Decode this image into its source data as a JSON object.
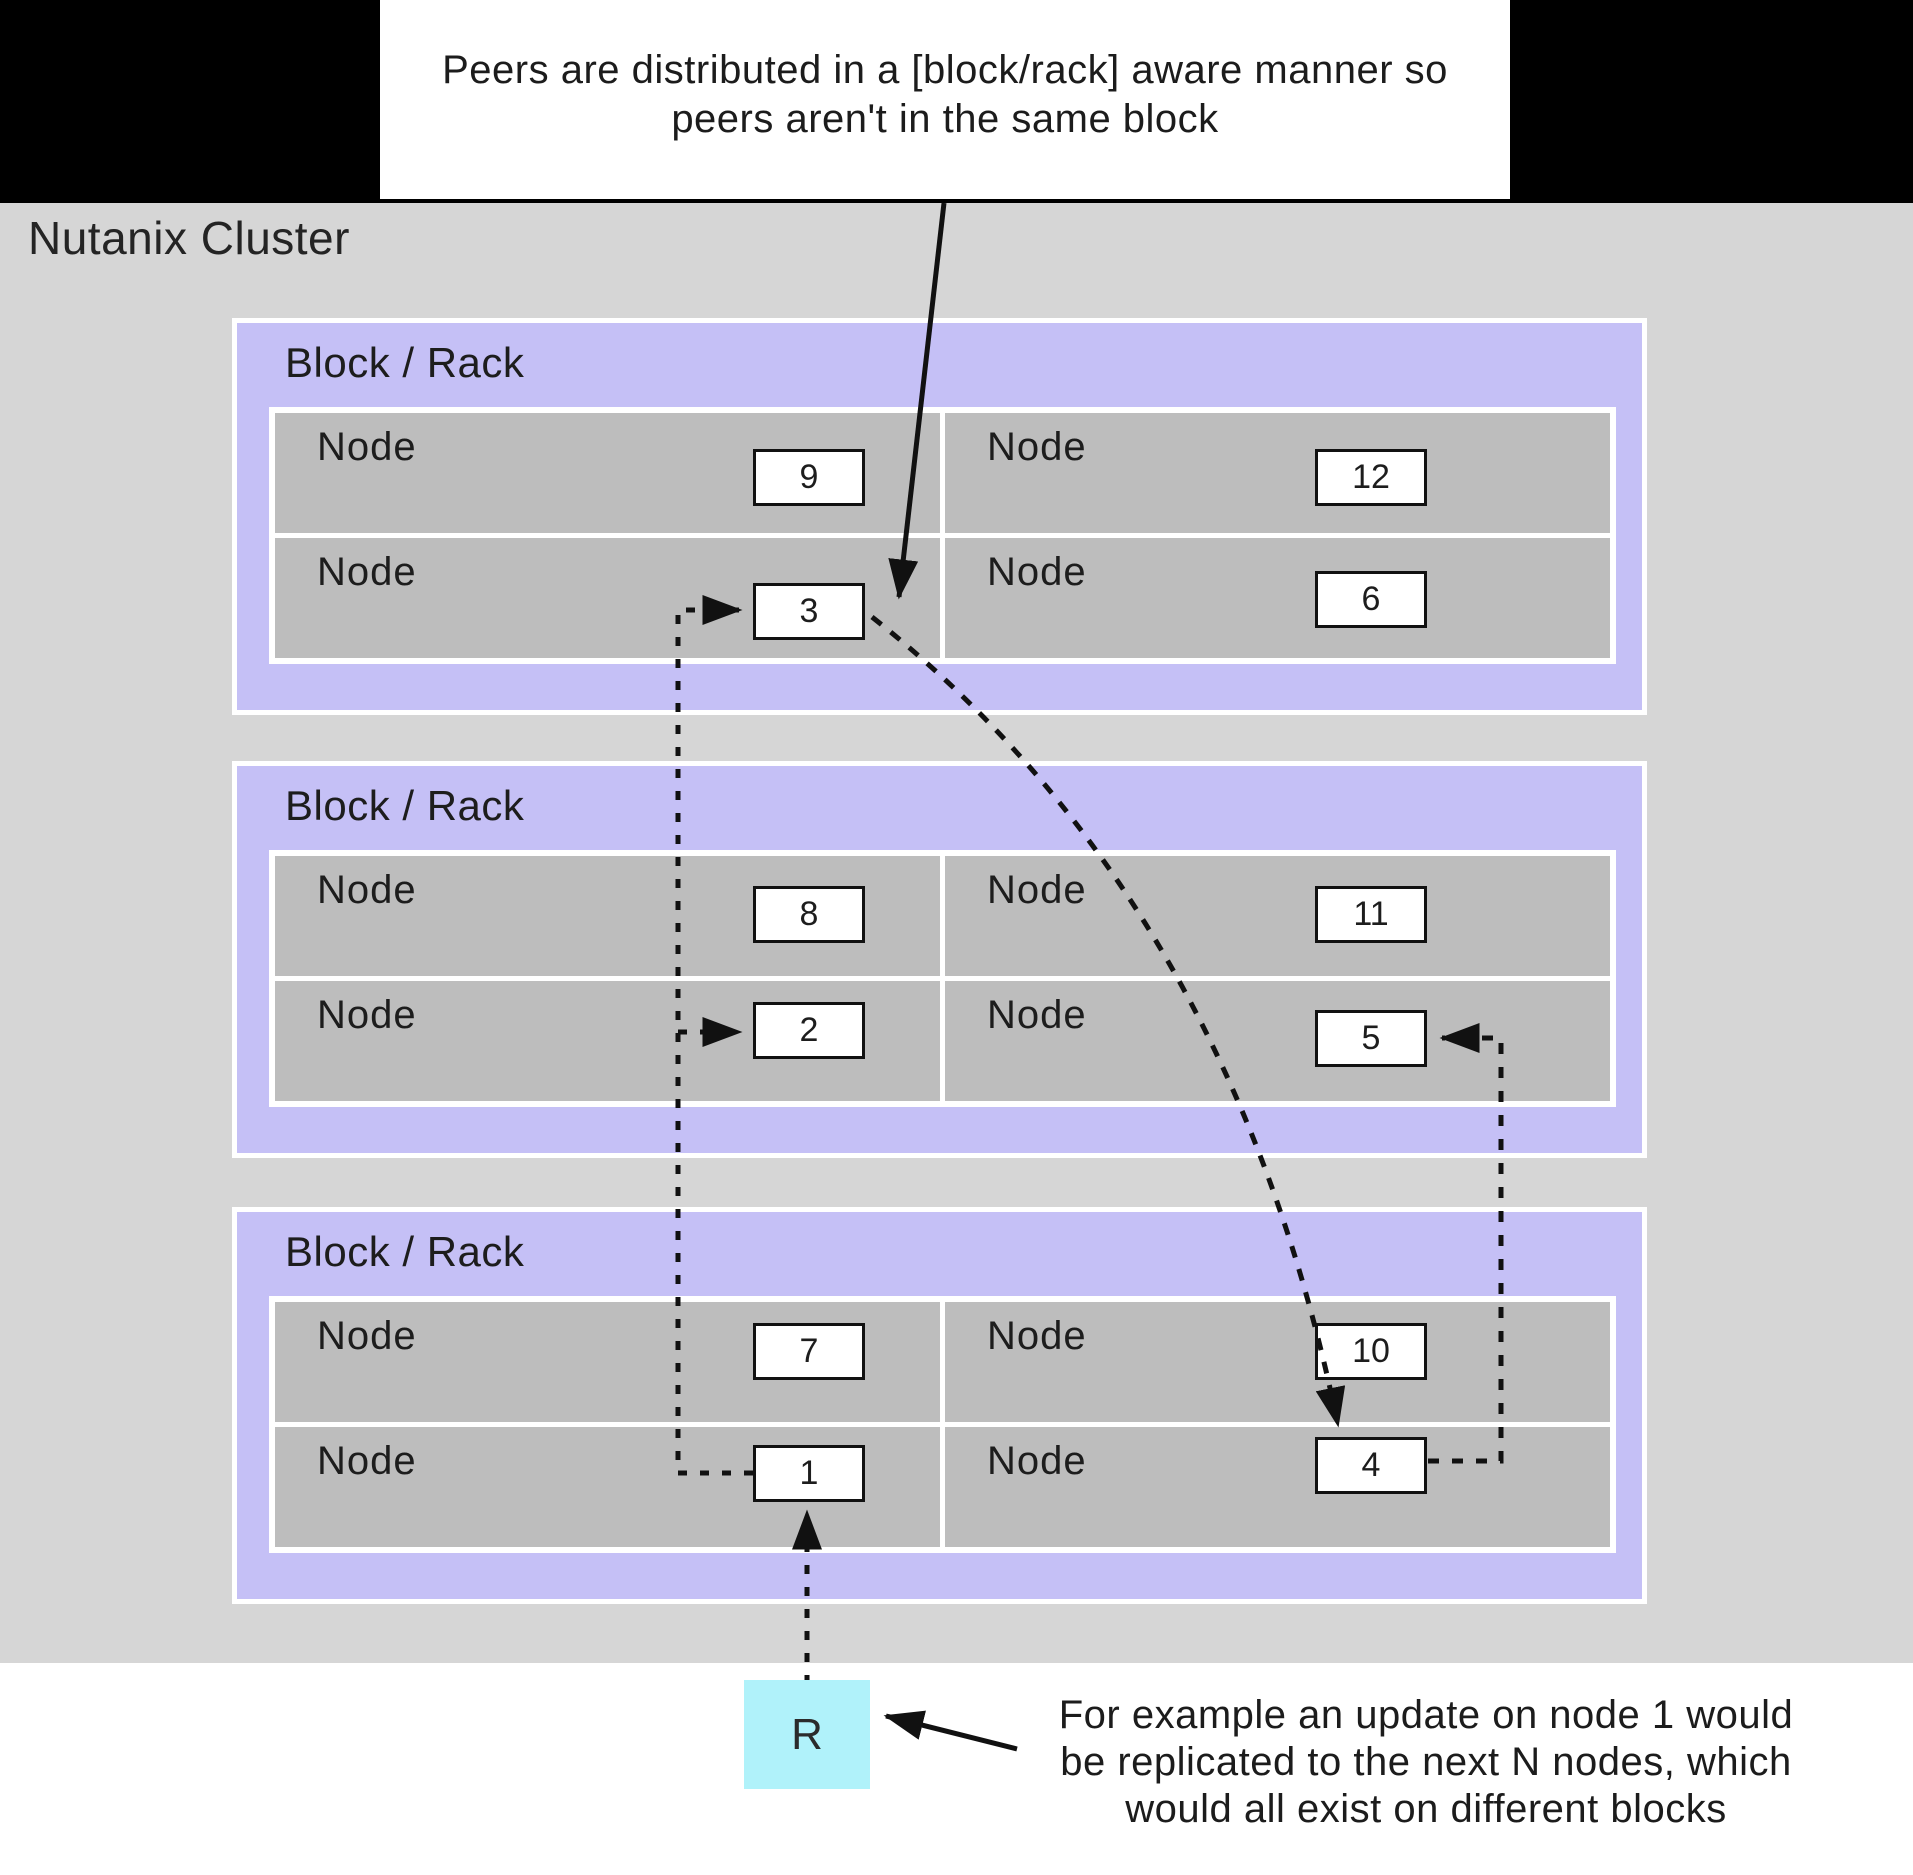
{
  "callout": {
    "line1": "Peers are distributed in a [block/rack] aware manner so",
    "line2": "peers aren't in the same block"
  },
  "cluster_title": "Nutanix Cluster",
  "blocks": [
    {
      "label": "Block / Rack",
      "nodes": [
        {
          "label": "Node",
          "value": "9"
        },
        {
          "label": "Node",
          "value": "12"
        },
        {
          "label": "Node",
          "value": "3"
        },
        {
          "label": "Node",
          "value": "6"
        }
      ]
    },
    {
      "label": "Block / Rack",
      "nodes": [
        {
          "label": "Node",
          "value": "8"
        },
        {
          "label": "Node",
          "value": "11"
        },
        {
          "label": "Node",
          "value": "2"
        },
        {
          "label": "Node",
          "value": "5"
        }
      ]
    },
    {
      "label": "Block / Rack",
      "nodes": [
        {
          "label": "Node",
          "value": "7"
        },
        {
          "label": "Node",
          "value": "10"
        },
        {
          "label": "Node",
          "value": "1"
        },
        {
          "label": "Node",
          "value": "4"
        }
      ]
    }
  ],
  "replica_label": "R",
  "note": {
    "line1": "For example an update on node 1 would",
    "line2": "be replicated to the next N nodes, which",
    "line3": "would all exist on different blocks"
  },
  "colors": {
    "top_band": "#000000",
    "cluster_bg": "#d6d6d6",
    "block_bg": "#c5c0f6",
    "node_bg": "#bdbdbd",
    "replica_bg": "#b0f2fa",
    "box_bg": "#ffffff",
    "line": "#111111",
    "text": "#1d1d1d"
  }
}
